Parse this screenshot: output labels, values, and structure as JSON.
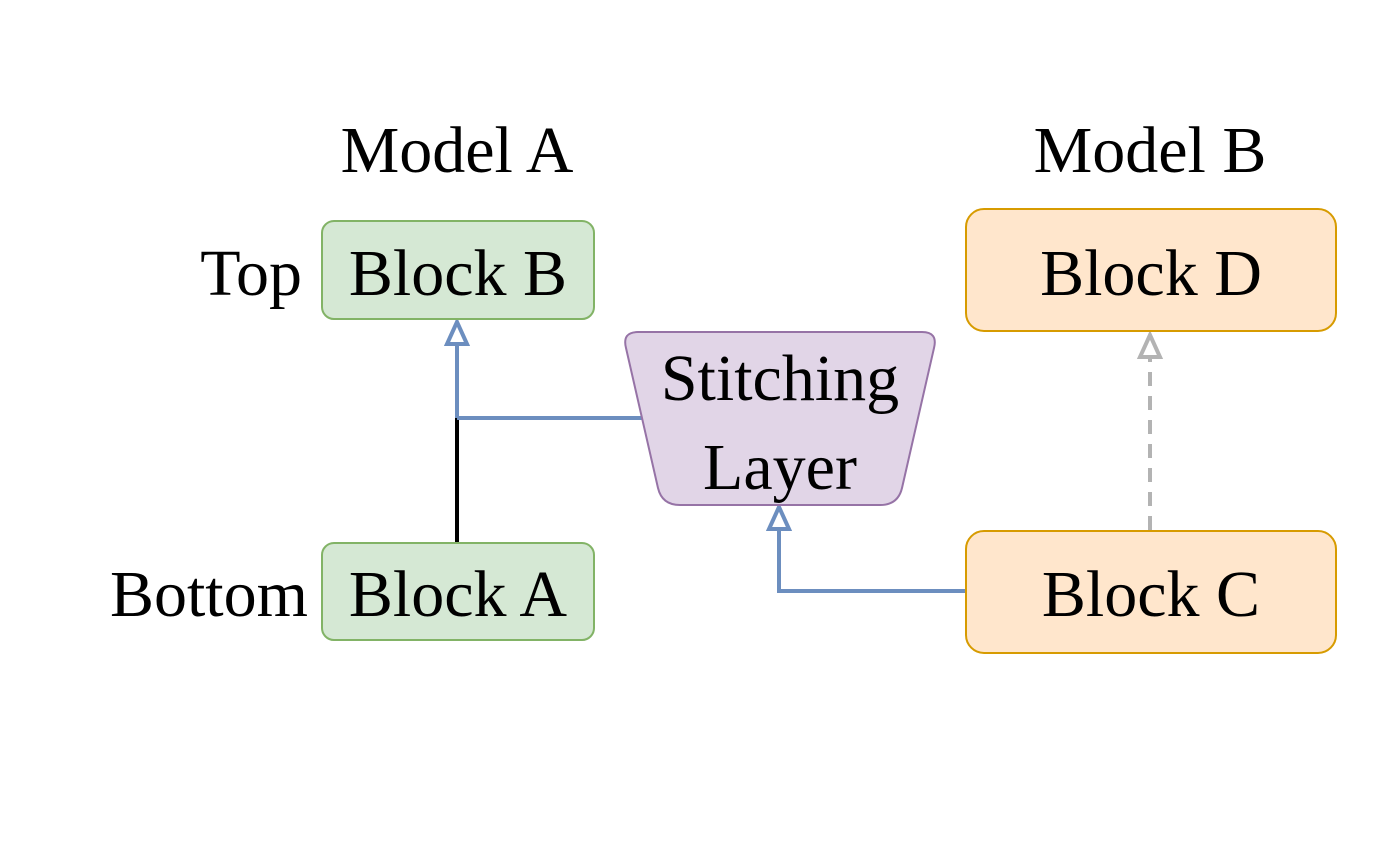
{
  "model_a": {
    "title": "Model A",
    "top_label": "Top",
    "bottom_label": "Bottom",
    "block_top": "Block B",
    "block_bottom": "Block A"
  },
  "model_b": {
    "title": "Model B",
    "block_top": "Block D",
    "block_bottom": "Block C"
  },
  "stitching_layer": {
    "line1": "Stitching",
    "line2": "Layer"
  },
  "colors": {
    "green_fill": "#d5e8d4",
    "green_stroke": "#82b366",
    "orange_fill": "#ffe6cc",
    "orange_stroke": "#d79b00",
    "purple_fill": "#e1d5e7",
    "purple_stroke": "#9673a6",
    "blue_edge": "#6c8ebf",
    "gray_edge": "#b3b3b3",
    "black_edge": "#000000"
  }
}
